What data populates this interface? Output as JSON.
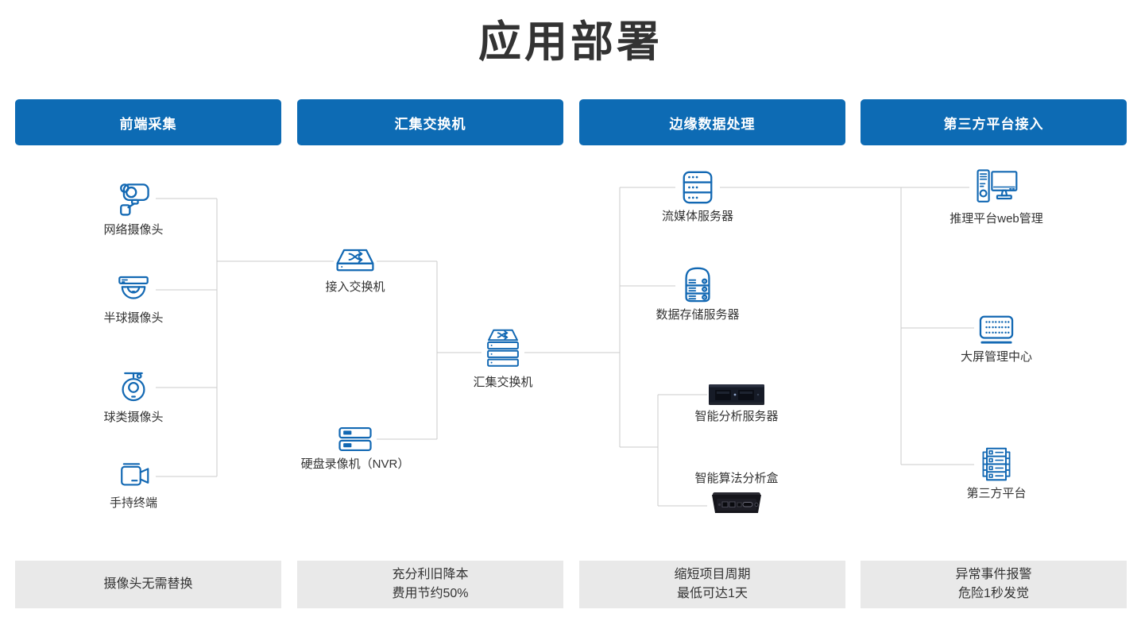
{
  "title": "应用部署",
  "colors": {
    "accent_blue": "#0d6bb4",
    "icon_blue": "#1268b3",
    "line_gray": "#cbcbcb",
    "panel_gray": "#e9e9e9",
    "text_dark": "#333333"
  },
  "columns": [
    {
      "header": "前端采集",
      "benefit": [
        "摄像头无需替换"
      ]
    },
    {
      "header": "汇集交换机",
      "benefit": [
        "充分利旧降本",
        "费用节约50%"
      ]
    },
    {
      "header": "边缘数据处理",
      "benefit": [
        "缩短项目周期",
        "最低可达1天"
      ]
    },
    {
      "header": "第三方平台接入",
      "benefit": [
        "异常事件报警",
        "危险1秒发觉"
      ]
    }
  ],
  "nodes": {
    "network_camera": "网络摄像头",
    "dome_camera": "半球摄像头",
    "ball_camera": "球类摄像头",
    "handheld_terminal": "手持终端",
    "access_switch": "接入交换机",
    "aggregation_switch": "汇集交换机",
    "nvr": "硬盘录像机（NVR）",
    "streaming_server": "流媒体服务器",
    "storage_server": "数据存储服务器",
    "analysis_server": "智能分析服务器",
    "analysis_box": "智能算法分析盒",
    "web_management": "推理平台web管理",
    "big_screen_center": "大屏管理中心",
    "third_party_platform": "第三方平台"
  }
}
